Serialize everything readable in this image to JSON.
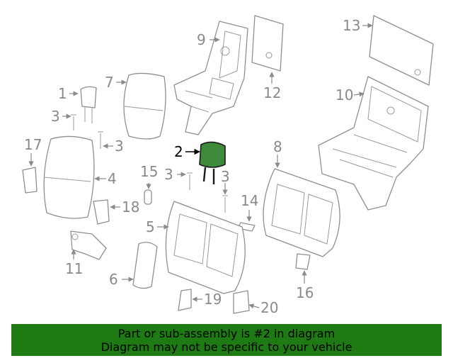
{
  "callouts": {
    "c1": "1",
    "c2": "2",
    "c3a": "3",
    "c3b": "3",
    "c3c": "3",
    "c3d": "3",
    "c4": "4",
    "c5": "5",
    "c6": "6",
    "c7": "7",
    "c8": "8",
    "c9": "9",
    "c10": "10",
    "c11": "11",
    "c12": "12",
    "c13": "13",
    "c14": "14",
    "c15": "15",
    "c16": "16",
    "c17": "17",
    "c18": "18",
    "c19": "19",
    "c20": "20"
  },
  "highlight_color": "#3f8a3a",
  "banner": {
    "line1": "Part or sub-assembly is #2 in diagram",
    "line2": "Diagram may not be specific to your vehicle",
    "color": "#1e7a12"
  }
}
